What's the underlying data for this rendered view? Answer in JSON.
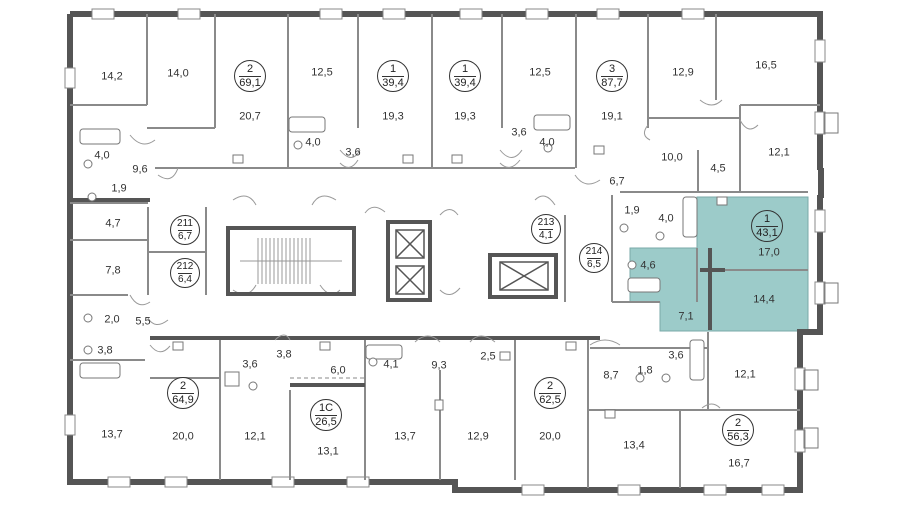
{
  "colors": {
    "highlight": "#9ccbc9",
    "wall": "#555555",
    "thin": "#8a8a8a"
  },
  "room_areas": {
    "r1": "14,2",
    "r2": "14,0",
    "r3": "20,7",
    "r4": "12,5",
    "r5": "19,3",
    "r6": "19,3",
    "r7": "12,5",
    "r8": "19,1",
    "r9": "12,9",
    "r10": "16,5",
    "r11": "4,0",
    "r12": "1,9",
    "r13": "9,6",
    "r14": "4,0",
    "r15": "3,6",
    "r16": "3,6",
    "r17": "4,0",
    "r18": "10,0",
    "r19": "4,5",
    "r20": "12,1",
    "r21": "6,7",
    "r22": "4,7",
    "r23": "1,9",
    "r24": "4,0",
    "r25": "17,0",
    "r26": "4,6",
    "r27": "7,8",
    "r28": "14,4",
    "r29": "7,1",
    "r30": "2,0",
    "r31": "5,5",
    "r32": "3,8",
    "r33": "3,6",
    "r34": "3,8",
    "r35": "6,0",
    "r36": "4,1",
    "r37": "9,3",
    "r38": "2,5",
    "r39": "8,7",
    "r40": "1,8",
    "r41": "3,6",
    "r42": "12,1",
    "r43": "13,7",
    "r44": "20,0",
    "r45": "12,1",
    "r46": "13,1",
    "r47": "13,7",
    "r48": "12,9",
    "r49": "20,0",
    "r50": "13,4",
    "r51": "16,7"
  },
  "apartments": [
    {
      "rooms": "2",
      "area": "69,1"
    },
    {
      "rooms": "1",
      "area": "39,4"
    },
    {
      "rooms": "1",
      "area": "39,4"
    },
    {
      "rooms": "3",
      "area": "87,7"
    },
    {
      "rooms": "1",
      "area": "43,1"
    },
    {
      "rooms": "2",
      "area": "64,9"
    },
    {
      "rooms": "1С",
      "area": "26,5"
    },
    {
      "rooms": "2",
      "area": "62,5"
    },
    {
      "rooms": "2",
      "area": "56,3"
    }
  ],
  "storage_units": [
    {
      "number": "211",
      "area": "6,7"
    },
    {
      "number": "212",
      "area": "6,4"
    },
    {
      "number": "213",
      "area": "4,1"
    },
    {
      "number": "214",
      "area": "6,5"
    }
  ]
}
